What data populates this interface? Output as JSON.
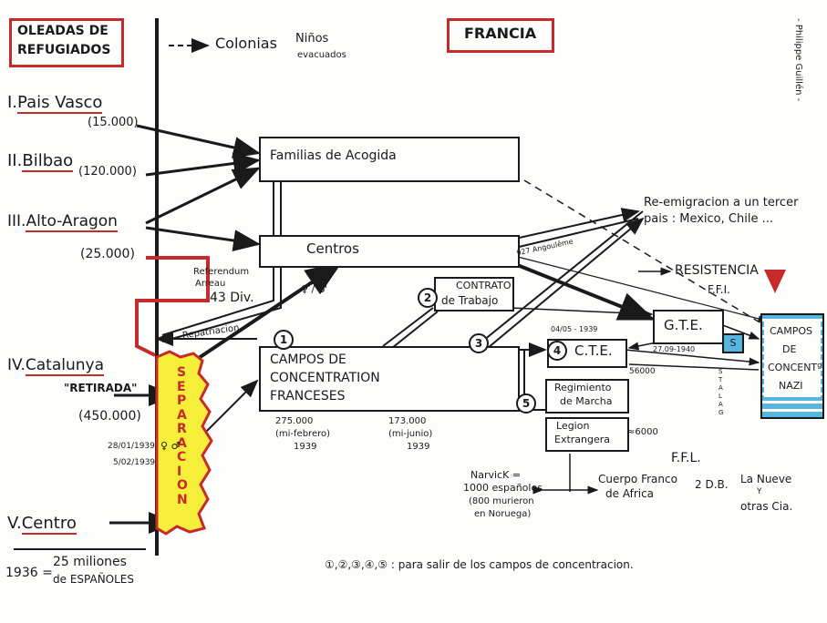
{
  "headers": {
    "left": [
      "OLEADAS DE",
      "REFUGIADOS"
    ],
    "right": "FRANCIA"
  },
  "author": "- Philippe Guillén -",
  "colonias": {
    "label": "Colonias",
    "note_line1": "Niños",
    "note_line2": "evacuados"
  },
  "waves": [
    {
      "roman": "I.",
      "name": "Pais Vasco",
      "count": "(15.000)"
    },
    {
      "roman": "II.",
      "name": "Bilbao",
      "count": "(120.000)"
    },
    {
      "roman": "III.",
      "name": "Alto-Aragon",
      "count": "(25.000)"
    },
    {
      "roman": "IV.",
      "name": "Catalunya",
      "sub": "\"RETIRADA\"",
      "count": "(450.000)"
    },
    {
      "roman": "V.",
      "name": "Centro"
    }
  ],
  "referendum": [
    "Referendum",
    "Arreau",
    "43 Div."
  ],
  "separacion": "SEPARACION",
  "symbols": {
    "female_male": "♀ ♂",
    "female_male_small": "♀ / ♂"
  },
  "separation_dates": [
    "28/01/1939",
    "5/02/1939"
  ],
  "boxes": {
    "familias": "Familias de Acogida",
    "centros": "Centros",
    "campos": [
      "CAMPOS DE",
      "CONCENTRATION",
      "FRANCESES"
    ],
    "contrato": [
      "CONTRATO",
      "de Trabajo"
    ],
    "gte": "G.T.E.",
    "cte": "C.T.E.",
    "regimiento": [
      "Regimiento",
      "de Marcha"
    ],
    "legion": [
      "Legion",
      "Extrangera"
    ],
    "nazi": [
      "CAMPOS",
      "DE",
      "CONCENTº",
      "NAZI"
    ]
  },
  "labels": {
    "repatriacion": "Repatriacion",
    "remigracion": [
      "Re-emigracion a un tercer",
      "pais : Mexico, Chile ..."
    ],
    "resistencia": "RESISTENCIA",
    "ffi": "F.F.I.",
    "stalag": "STALAG",
    "s_badge": "S",
    "angouleme": "927 Angoulême",
    "cte_date_top": "04/05 - 1939",
    "gte_date": "27.09-1940",
    "count_56000": "56000",
    "count_6000": "≈6000",
    "campos_275": [
      "275.000",
      "(mi-febrero)",
      "1939"
    ],
    "campos_173": [
      "173.000",
      "(mi-junio)",
      "1939"
    ],
    "ffl": "F.F.L.",
    "narvick": [
      "NarvicK =",
      "1000 españoles",
      "(800 murieron",
      "en Noruega)"
    ],
    "cuerpo_franco": [
      "Cuerpo Franco",
      "de Africa"
    ],
    "db2": "2 D.B.",
    "nueve": [
      "La Nueve",
      "Y",
      "otras Cia."
    ]
  },
  "footer": {
    "year": "1936 =",
    "pop_line1": "25 miliones",
    "pop_line2": "de ESPAÑOLES",
    "legend": "①,②,③,④,⑤ : para salir de los campos de concentracion."
  },
  "circles": [
    "1",
    "2",
    "3",
    "4",
    "5"
  ],
  "colors": {
    "red": "#c62a2a",
    "yellow": "#f6ef3a",
    "blue": "#56b6e0",
    "ink": "#1a1a1a"
  }
}
